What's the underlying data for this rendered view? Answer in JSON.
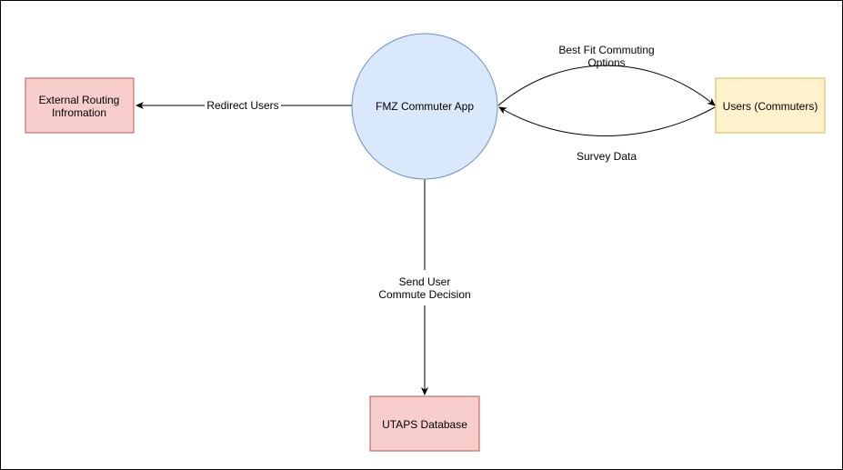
{
  "nodes": {
    "app": {
      "label": "FMZ Commuter App",
      "fill": "#dae8fc",
      "stroke": "#6c8ebf"
    },
    "external": {
      "label_lines": [
        "External Routing",
        "Infromation"
      ],
      "fill": "#f8cecc",
      "stroke": "#b85450"
    },
    "users": {
      "label": "Users (Commuters)",
      "fill": "#fff2cc",
      "stroke": "#d6b656"
    },
    "database": {
      "label": "UTAPS Database",
      "fill": "#f8cecc",
      "stroke": "#b85450"
    }
  },
  "edges": {
    "redirect": {
      "label": "Redirect Users"
    },
    "best_fit": {
      "label_lines": [
        "Best Fit Commuting",
        "Options"
      ]
    },
    "survey": {
      "label": "Survey Data"
    },
    "decision": {
      "label_lines": [
        "Send User",
        "Commute Decision"
      ]
    }
  }
}
